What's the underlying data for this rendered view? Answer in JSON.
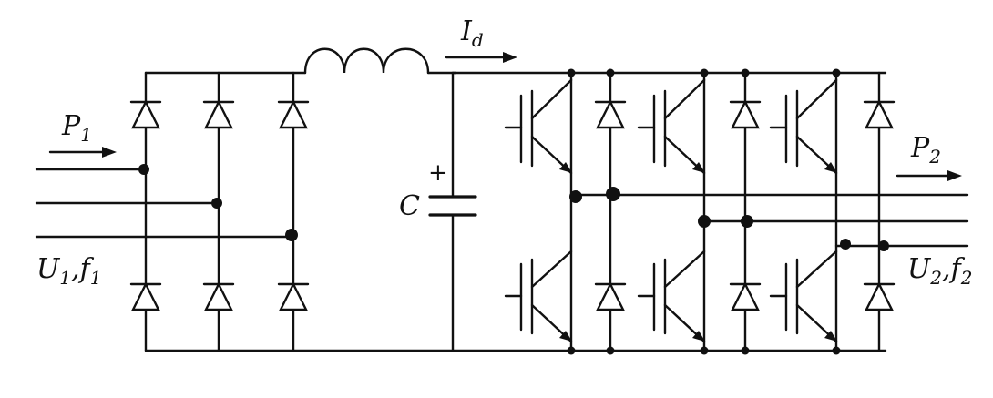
{
  "labels": {
    "p1": {
      "base": "P",
      "sub": "1"
    },
    "p2": {
      "base": "P",
      "sub": "2"
    },
    "id": {
      "base": "I",
      "sub": "d"
    },
    "c": "C",
    "cap_plus": "+",
    "u1": {
      "u": "U",
      "u_sub": "1",
      "sep": ",",
      "f": "f",
      "f_sub": "1"
    },
    "u2": {
      "u": "U",
      "u_sub": "2",
      "sep": ",",
      "f": "f",
      "f_sub": "2"
    }
  }
}
